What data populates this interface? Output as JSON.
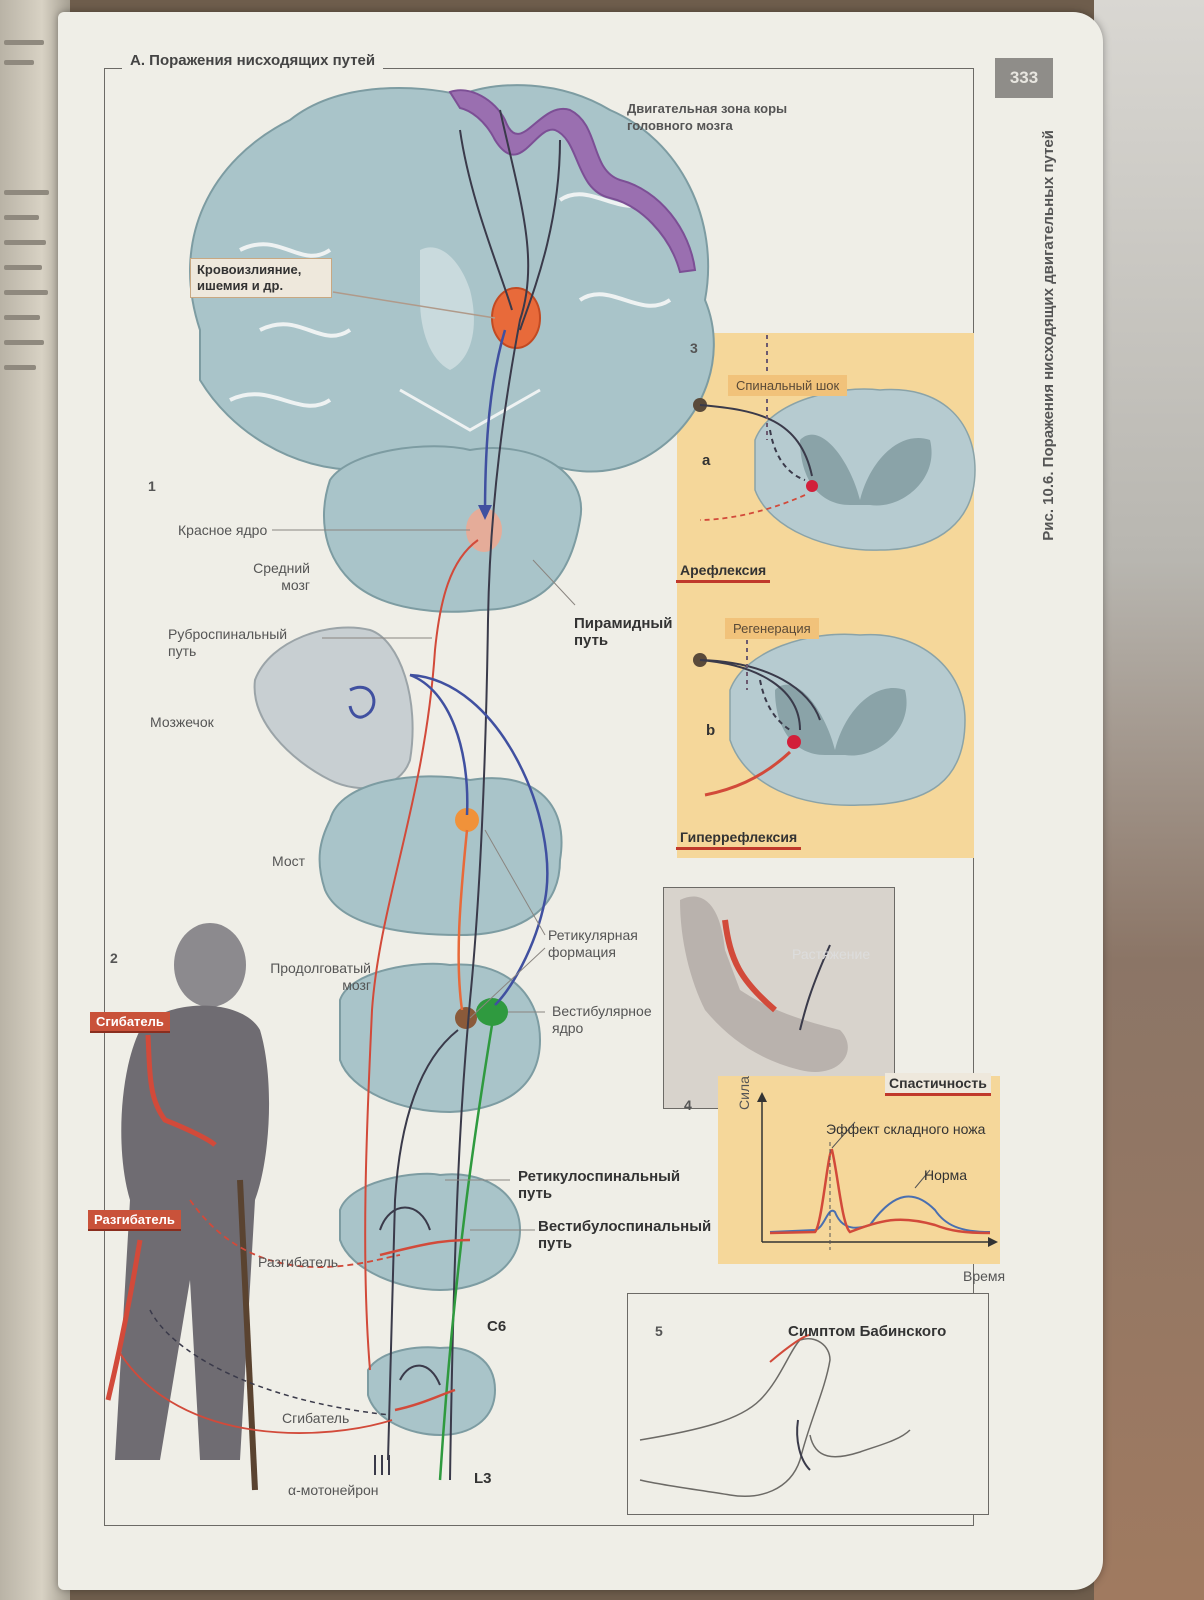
{
  "page": {
    "number": "333",
    "section_title": "A. Поражения нисходящих путей",
    "figure_caption": "Рис. 10.6. Поражения нисходящих двигательных путей"
  },
  "labels": {
    "motor_cortex": "Двигательная зона коры головного мозга",
    "lesion": "Кровоизлияние, ишемия и др.",
    "panel1_num": "1",
    "red_nucleus": "Красное ядро",
    "midbrain": "Средний мозг",
    "rubrospinal": "Руброспинальный путь",
    "pyramidal": "Пирамидный путь",
    "cerebellum": "Мозжечок",
    "pons": "Мост",
    "reticular": "Ретикулярная формация",
    "medulla": "Продолговатый мозг",
    "vestibular_nucleus": "Вестибулярное ядро",
    "reticulospinal": "Ретикулоспинальный путь",
    "vestibulospinal": "Вестибулоспинальный путь",
    "c6": "C6",
    "l3": "L3",
    "alpha_motoneuron": "α-мотонейрон"
  },
  "panel2": {
    "num": "2",
    "flexor_tag": "Сгибатель",
    "extensor_tag": "Разгибатель",
    "extensor_label": "Разгибатель",
    "flexor_label": "Сгибатель"
  },
  "panel3": {
    "num": "3",
    "spinal_shock": "Спинальный шок",
    "a": "a",
    "areflexia": "Арефлексия",
    "regeneration": "Регенерация",
    "b": "b",
    "hyperreflexia": "Гиперрефлексия"
  },
  "panel4": {
    "num": "4",
    "stretch": "Растяжение",
    "spasticity": "Спастичность",
    "y_axis": "Сила",
    "x_axis": "Время",
    "clasp_knife": "Эффект складного ножа",
    "norm": "Норма"
  },
  "panel5": {
    "num": "5",
    "babinski": "Симптом Бабинского"
  },
  "colors": {
    "cortex_purple": "#9a6fb0",
    "brain_blue": "#a9c4c9",
    "pathway_dark": "#3a3a4a",
    "pathway_blue": "#4050a0",
    "pathway_red": "#d24a3a",
    "pathway_green": "#2f9a3f",
    "panel_yellow": "#f5d79a"
  }
}
